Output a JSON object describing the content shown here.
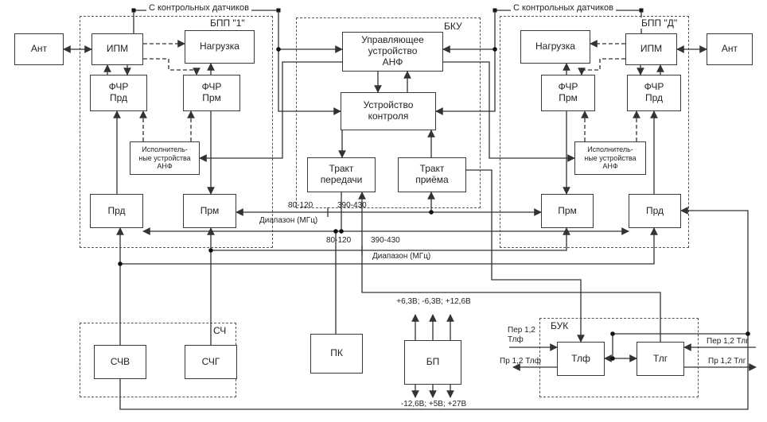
{
  "groups": {
    "bpp1": "БПП \"1\"",
    "bku": "БКУ",
    "bppd": "БПП \"Д\"",
    "sch": "СЧ",
    "buk": "БУК"
  },
  "blocks": {
    "ant_left": "Ант",
    "ipm_left": "ИПМ",
    "load_left": "Нагрузка",
    "fchr_prd_left": "ФЧР\nПрд",
    "fchr_prm_left": "ФЧР\nПрм",
    "exec_left": "Исполнитель-\nные устройства\nАНФ",
    "prd_left": "Прд",
    "prm_left": "Прм",
    "uu_anf": "Управляющее\nустройство\nАНФ",
    "u_kontr": "Устройство\nконтроля",
    "trakt_per": "Тракт\nпередачи",
    "trakt_pri": "Тракт\nприёма",
    "load_right": "Нагрузка",
    "ipm_right": "ИПМ",
    "ant_right": "Ант",
    "fchr_prm_right": "ФЧР\nПрм",
    "fchr_prd_right": "ФЧР\nПрд",
    "exec_right": "Исполнитель-\nные устройства\nАНФ",
    "prm_right": "Прм",
    "prd_right": "Прд",
    "schv": "СЧВ",
    "schg": "СЧГ",
    "pk": "ПК",
    "bp": "БП",
    "tlf": "Тлф",
    "tlg": "Тлг"
  },
  "annotations": {
    "sensors_left": "С контрольных датчиков",
    "sensors_right": "С контрольных датчиков",
    "range1_low": "80-120",
    "range1_high": "390-430",
    "range1_caption": "Диапазон (МГц)",
    "range2_low": "80-120",
    "range2_high": "390-430",
    "range2_caption": "Диапазон (МГц)",
    "bp_top": "+6,3В; -6,3В; +12,6В",
    "bp_bottom": "-12,6В; +5В; +27В",
    "per_tlf": "Пер 1,2\nТлф",
    "pr_tlf": "Пр 1,2 Тлф",
    "per_tlg": "Пер 1,2 Тлг",
    "pr_tlg": "Пр 1,2 Тлг"
  }
}
